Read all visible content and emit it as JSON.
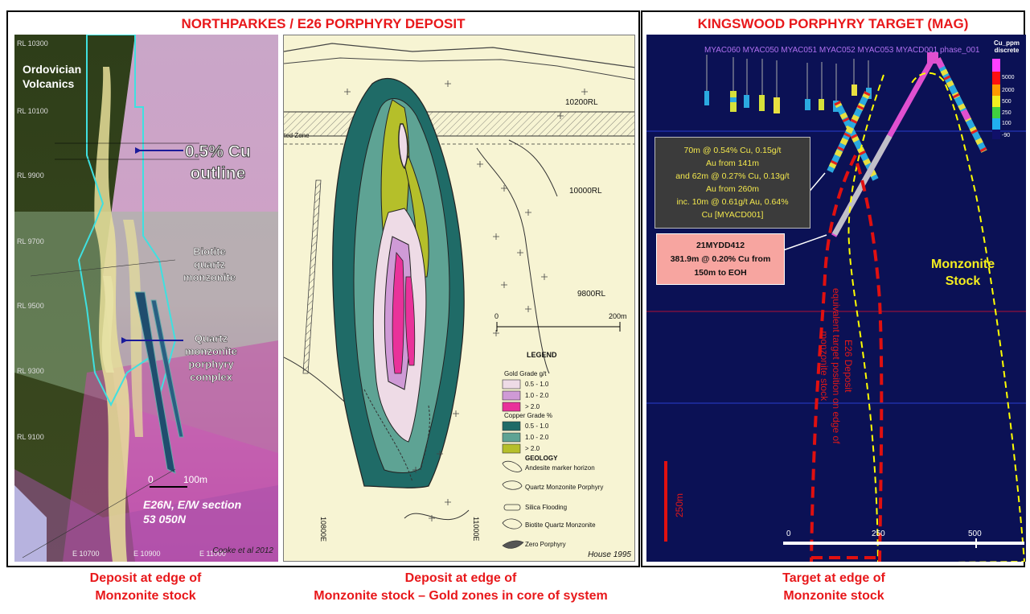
{
  "left": {
    "title": "NORTHPARKES / E26 PORPHYRY DEPOSIT",
    "section_panel": {
      "rl_labels": [
        "RL 10300",
        "RL 10100",
        "RL 9900",
        "RL 9700",
        "RL 9500",
        "RL 9300",
        "RL 9100"
      ],
      "e_labels": [
        "E 10700",
        "E 10900",
        "E 11000"
      ],
      "label_volcanics": [
        "Ordovician",
        "Volcanics"
      ],
      "label_cu": [
        "0.5% Cu",
        "outline"
      ],
      "label_biotite": [
        "Biotite",
        "quartz",
        "monzonite"
      ],
      "label_qmp": [
        "Quartz",
        "monzonite",
        "porphyry",
        "complex"
      ],
      "scale_zero": "0",
      "scale_label": "100m",
      "section_name": [
        "E26N, E/W section",
        "53 050N"
      ],
      "credit": "Cooke et al 2012"
    },
    "map_panel": {
      "rl_labels": [
        "10200RL",
        "10000RL",
        "9800RL"
      ],
      "e_labels": [
        "10800E",
        "11000E"
      ],
      "zone_label": "ted Zone",
      "scale_zero": "0",
      "scale_label": "200m",
      "legend_title": "LEGEND",
      "gold_title": "Gold Grade g/t",
      "gold_items": [
        "0.5 - 1.0",
        "1.0 - 2.0",
        "> 2.0"
      ],
      "copper_title": "Copper Grade %",
      "copper_items": [
        "0.5 - 1.0",
        "1.0 - 2.0",
        "> 2.0"
      ],
      "geology_title": "GEOLOGY",
      "geology_items": [
        "Andesite marker horizon",
        "Quartz Monzonite Porphyry",
        "Silica Flooding",
        "Biotite Quartz Monzonite",
        "Zero Porphyry"
      ],
      "credit": "House 1995"
    },
    "caption1": [
      "Deposit at edge of",
      "Monzonite stock"
    ],
    "caption2": [
      "Deposit at edge of",
      "Monzonite stock – Gold zones in core of system"
    ]
  },
  "right": {
    "title": "KINGSWOOD PORPHYRY TARGET (MAG)",
    "hole_labels": [
      "MYAC060",
      "MYAC050",
      "MYAC051",
      "MYAC052",
      "MYAC053",
      "MYACD001",
      "phase_001"
    ],
    "legend_title": [
      "Cu_ppm",
      "discrete"
    ],
    "legend_values": [
      "5000",
      "2000",
      "500",
      "250",
      "100",
      "-90"
    ],
    "callout1": [
      "70m @ 0.54% Cu, 0.15g/t",
      "Au from 141m",
      "and 62m @ 0.27% Cu, 0.13g/t",
      "Au from 260m",
      "inc. 10m @ 0.61g/t Au, 0.64%",
      "Cu [MYACD001]"
    ],
    "callout2": [
      "21MYDD412",
      "381.9m @ 0.20% Cu from",
      "150m to EOH"
    ],
    "stock_label": [
      "Monzonite",
      "Stock"
    ],
    "e26_label": [
      "E26 Deposit",
      "equivalent target position on edge of",
      "monzonite stock"
    ],
    "scale_bar_label": "250m",
    "axis_labels": [
      "0",
      "250",
      "500"
    ],
    "caption": [
      "Target at edge of",
      "Monzonite stock"
    ]
  },
  "colors": {
    "title_red": "#e8181b",
    "navy": "#0b1155",
    "map_bg": "#f7f4d3",
    "cu_dark": "#1f6b67",
    "cu_mid": "#5ea394",
    "cu_high": "#b5bf2a",
    "au_low": "#eedbe6",
    "au_mid": "#cf9ad6",
    "au_high": "#e9329a"
  }
}
